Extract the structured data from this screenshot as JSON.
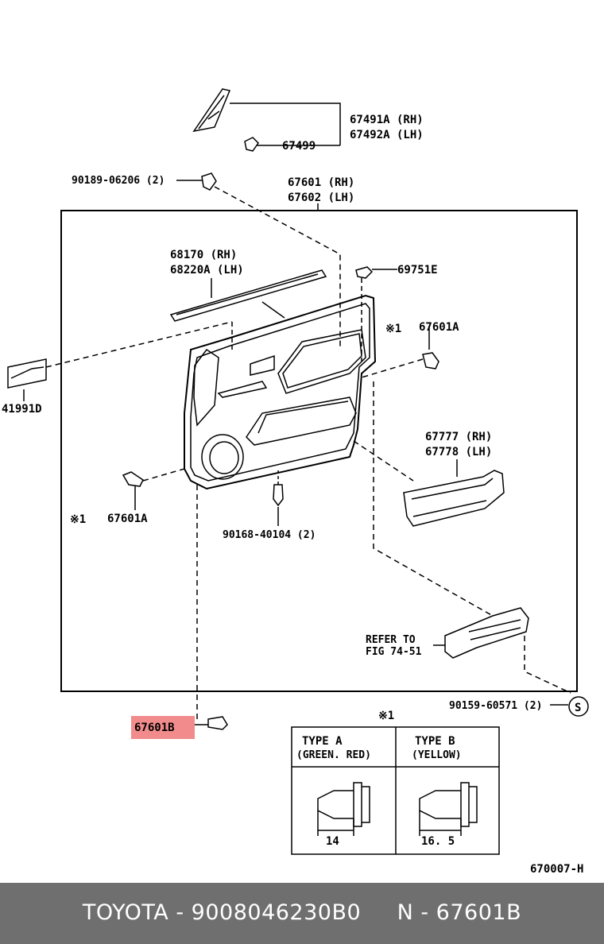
{
  "parts": {
    "p67491A": "67491A (RH)",
    "p67492A": "67492A (LH)",
    "p67499": "67499",
    "p90189": "90189-06206 (2)",
    "p67601": "67601 (RH)",
    "p67602": "67602 (LH)",
    "p68170": "68170  (RH)",
    "p68220A": "68220A (LH)",
    "p69751E": "69751E",
    "p67601A_top": "67601A",
    "p41991D": "41991D",
    "p67777": "67777 (RH)",
    "p67778": "67778 (LH)",
    "p67601A_left": "67601A",
    "p90168": "90168-40104 (2)",
    "refer1": "REFER TO",
    "refer2": "FIG 74-51",
    "p90159": "90159-60571 (2)",
    "s_symbol": "S",
    "p67601B": "67601B",
    "ref_mark": "※1",
    "diagram_code": "670007-H"
  },
  "highlight_color": "#f28b8b",
  "type_table": {
    "type_a_title": "TYPE  A",
    "type_a_sub": "(GREEN. RED)",
    "type_b_title": "TYPE  B",
    "type_b_sub": "(YELLOW)",
    "type_a_dim": "14",
    "type_b_dim": "16. 5"
  },
  "footer": {
    "text": "TOYOTA - 9008046230B0     N - 67601B"
  }
}
